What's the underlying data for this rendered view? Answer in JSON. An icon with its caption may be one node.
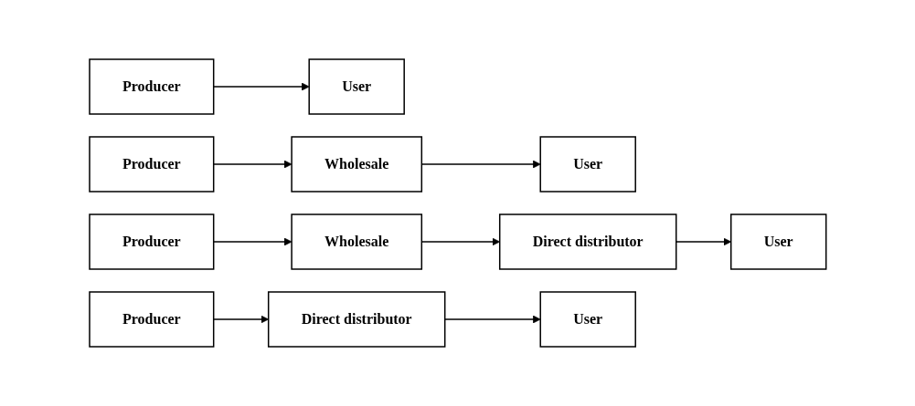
{
  "diagram": {
    "nodes": [
      {
        "text": [
          "Producer"
        ]
      },
      {
        "text": [
          "User"
        ]
      },
      {
        "text": [
          "Producer"
        ]
      },
      {
        "text": [
          "Wholesale"
        ]
      },
      {
        "text": [
          "User"
        ]
      },
      {
        "text": [
          "Producer"
        ]
      },
      {
        "text": [
          "Wholesale"
        ]
      },
      {
        "text": [
          "Direct distributor"
        ]
      },
      {
        "text": [
          "User"
        ]
      },
      {
        "text": [
          "Producer"
        ]
      },
      {
        "text": [
          "Direct distributor"
        ]
      },
      {
        "text": [
          "User"
        ]
      }
    ],
    "edges": [
      {
        "from": 0,
        "to": 1,
        "arrow": "to"
      },
      {
        "from": 2,
        "to": 3,
        "arrow": "to"
      },
      {
        "from": 3,
        "to": 4,
        "arrow": "to"
      },
      {
        "from": 5,
        "to": 6,
        "arrow": "to"
      },
      {
        "from": 6,
        "to": 7,
        "arrow": "to"
      },
      {
        "from": 7,
        "to": 8,
        "arrow": "to"
      },
      {
        "from": 9,
        "to": 10,
        "arrow": "to"
      },
      {
        "from": 10,
        "to": 11,
        "arrow": "to"
      }
    ]
  }
}
